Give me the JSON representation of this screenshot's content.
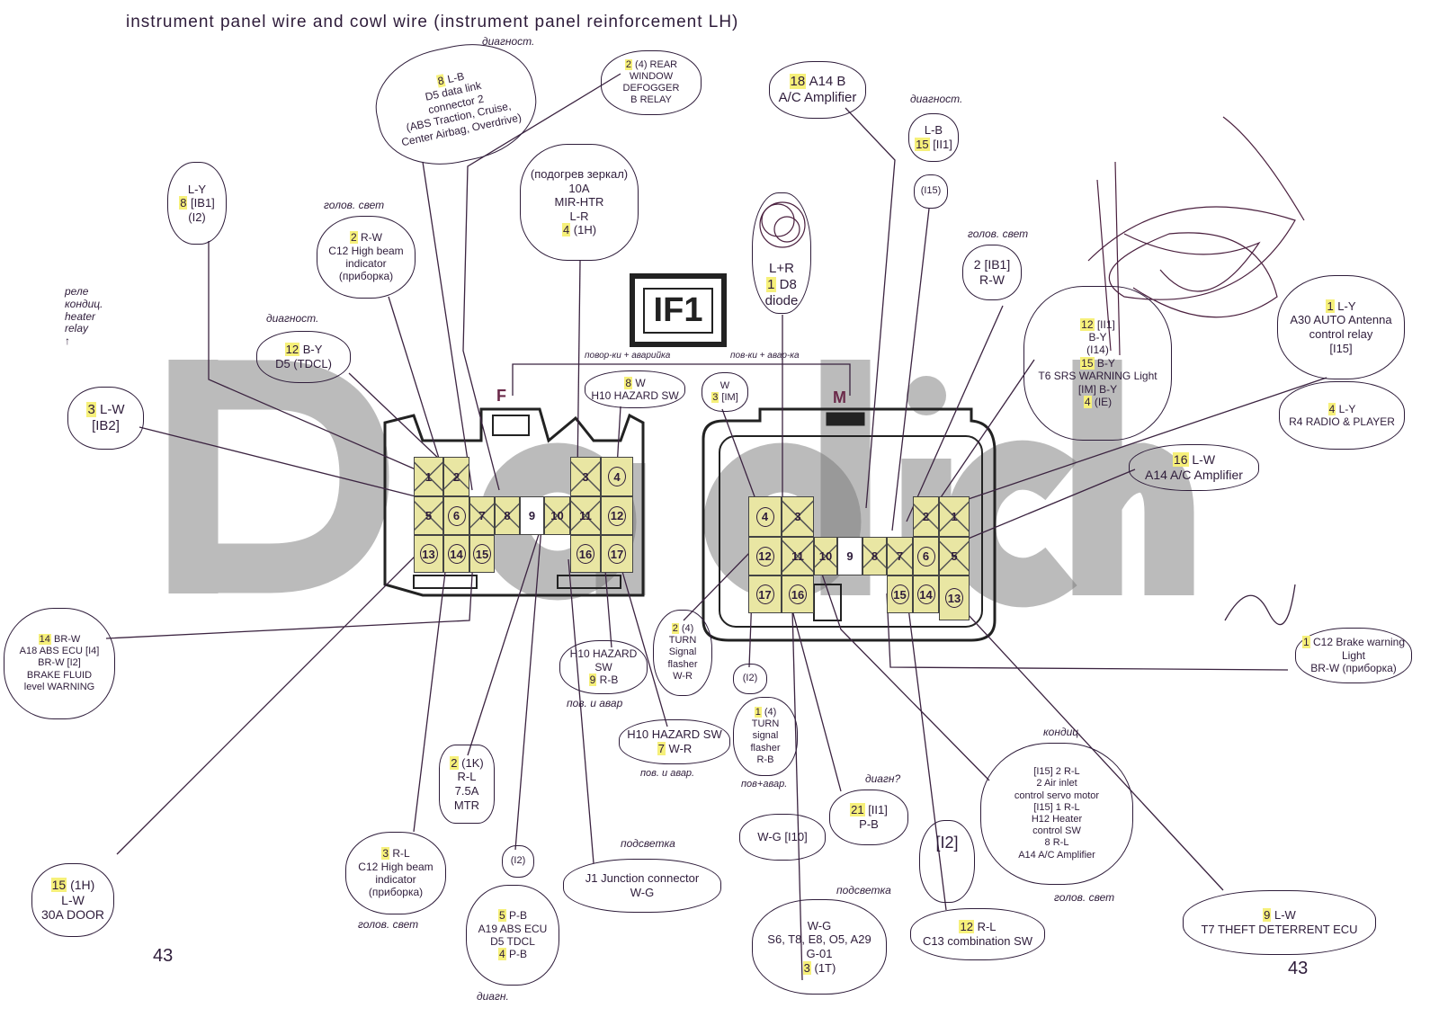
{
  "title": "instrument panel wire and cowl wire (instrument panel reinforcement LH)",
  "watermark": "Dadich",
  "badge": "IF1",
  "connectors": {
    "left": {
      "label": "F",
      "pins": [
        {
          "n": "1",
          "fill": "yellow",
          "mark": "cross"
        },
        {
          "n": "2",
          "fill": "yellow",
          "mark": "cross"
        },
        {
          "n": "3",
          "fill": "yellow",
          "mark": "cross"
        },
        {
          "n": "4",
          "fill": "yellow",
          "mark": "circle"
        },
        {
          "n": "5",
          "fill": "yellow",
          "mark": "cross"
        },
        {
          "n": "6",
          "fill": "yellow",
          "mark": "circle"
        },
        {
          "n": "7",
          "fill": "yellow",
          "mark": "cross"
        },
        {
          "n": "8",
          "fill": "yellow",
          "mark": "cross"
        },
        {
          "n": "9",
          "fill": "white",
          "mark": "none"
        },
        {
          "n": "10",
          "fill": "yellow",
          "mark": "cross"
        },
        {
          "n": "11",
          "fill": "yellow",
          "mark": "cross"
        },
        {
          "n": "12",
          "fill": "yellow",
          "mark": "circle"
        },
        {
          "n": "13",
          "fill": "yellow",
          "mark": "circle"
        },
        {
          "n": "14",
          "fill": "yellow",
          "mark": "circle"
        },
        {
          "n": "15",
          "fill": "yellow",
          "mark": "circle"
        },
        {
          "n": "16",
          "fill": "yellow",
          "mark": "circle"
        },
        {
          "n": "17",
          "fill": "yellow",
          "mark": "circle"
        }
      ]
    },
    "right": {
      "label": "M",
      "pins": [
        {
          "n": "1",
          "fill": "yellow",
          "mark": "cross"
        },
        {
          "n": "2",
          "fill": "yellow",
          "mark": "cross"
        },
        {
          "n": "3",
          "fill": "yellow",
          "mark": "cross"
        },
        {
          "n": "4",
          "fill": "yellow",
          "mark": "circle"
        },
        {
          "n": "5",
          "fill": "yellow",
          "mark": "cross"
        },
        {
          "n": "6",
          "fill": "yellow",
          "mark": "circle"
        },
        {
          "n": "7",
          "fill": "yellow",
          "mark": "cross"
        },
        {
          "n": "8",
          "fill": "yellow",
          "mark": "cross"
        },
        {
          "n": "9",
          "fill": "white",
          "mark": "none"
        },
        {
          "n": "10",
          "fill": "yellow",
          "mark": "cross"
        },
        {
          "n": "11",
          "fill": "yellow",
          "mark": "cross"
        },
        {
          "n": "12",
          "fill": "yellow",
          "mark": "circle"
        },
        {
          "n": "13",
          "fill": "yellow",
          "mark": "circle"
        },
        {
          "n": "14",
          "fill": "yellow",
          "mark": "circle"
        },
        {
          "n": "15",
          "fill": "yellow",
          "mark": "circle"
        },
        {
          "n": "16",
          "fill": "yellow",
          "mark": "circle"
        },
        {
          "n": "17",
          "fill": "yellow",
          "mark": "circle"
        }
      ]
    }
  },
  "notes": {
    "diag1": "диагност.",
    "diag2": "диагност.",
    "diag3": "диагност.",
    "head1": "голов. свет",
    "head2": "голов. свет",
    "head3": "голов. свет",
    "head4": "голов. свет",
    "heater_relay": [
      "реле",
      "кондиц.",
      "heater",
      "relay"
    ],
    "turn_hazard_1": "повор-ки + аварийка",
    "turn_hazard_2": "пов-ки + авар-ка",
    "turn_haz_3": "пов. и авар",
    "turn_haz_4": "пов. и авар.",
    "turn_haz_5": "пов+авар.",
    "backlight1": "подсветка",
    "backlight2": "подсветка",
    "aircon": "кондиц.",
    "diag4": "диагн?",
    "diag5": "диагн.",
    "count1": "43",
    "count2": "43"
  },
  "bubbles": {
    "d5_dlc": [
      {
        "n": "8",
        "t": " L-B"
      },
      "D5 data link",
      "connector 2",
      "(ABS Traction, Cruise,",
      "Center Airbag, Overdrive)"
    ],
    "defogger": [
      {
        "n": "2",
        "t": " (4) REAR"
      },
      "WINDOW",
      "DEFOGGER",
      "B   RELAY"
    ],
    "ib1_ly": [
      "L-Y",
      {
        "n": "8",
        "t": " [IB1]"
      },
      "(I2)"
    ],
    "c12_rw": [
      {
        "n": "2",
        "t": " R-W"
      },
      "C12 High beam",
      "indicator",
      "(приборка)"
    ],
    "mir_htr": [
      "(подогрев зеркал)",
      "10A",
      "MIR-HTR",
      "L-R",
      {
        "n": "4",
        "t": " (1H)"
      }
    ],
    "ib2": [
      {
        "n": "3",
        "t": " L-W"
      },
      "[IB2]"
    ],
    "tdcl": [
      {
        "n": "12",
        "t": " B-Y"
      },
      "D5 (TDCL)"
    ],
    "h10_8w": [
      {
        "n": "8",
        "t": " W"
      },
      "H10 HAZARD SW"
    ],
    "im_3w": [
      "W",
      {
        "n": "3",
        "t": " [IM]"
      }
    ],
    "a14_b": [
      {
        "n": "18",
        "t": " A14 B"
      },
      "A/C Amplifier"
    ],
    "ii1_lb": [
      "L-B",
      {
        "n": "15",
        "t": " [II1]"
      }
    ],
    "i15_small": [
      "(I15)"
    ],
    "d8": [
      "L+R",
      {
        "n": "1",
        "t": " D8"
      },
      "diode"
    ],
    "ib1_rw": [
      "2 [IB1]",
      "R-W"
    ],
    "srs": [
      {
        "n": "12",
        "t": " [II1]"
      },
      "B-Y",
      "(I14)",
      {
        "n": "15",
        "t": " B-Y"
      },
      "T6 SRS WARNING Light",
      "[IM] B-Y",
      {
        "n": "4",
        "t": " (IE)"
      }
    ],
    "antenna": [
      {
        "n": "1",
        "t": " L-Y"
      },
      "A30 AUTO Antenna",
      "control relay",
      "[I15]"
    ],
    "radio": [
      {
        "n": "4",
        "t": " L-Y"
      },
      "R4 RADIO & PLAYER"
    ],
    "a14_lw": [
      {
        "n": "16",
        "t": " L-W"
      },
      "A14 A/C Amplifier"
    ],
    "brake_light": [
      {
        "n": "1",
        "t": " C12 Brake warning"
      },
      "Light",
      "BR-W (приборка)"
    ],
    "abs_ecu": [
      {
        "n": "14",
        "t": " BR-W"
      },
      "A18 ABS ECU [I4]",
      "BR-W        [I2]",
      "BRAKE FLUID",
      "level WARNING"
    ],
    "flasher_2": [
      {
        "n": "2",
        "t": " (4)"
      },
      "TURN",
      "Signal",
      "flasher",
      "W-R"
    ],
    "h10_9rb": [
      "H10 HAZARD",
      "SW  ",
      {
        "n": "9",
        "t": " R-B"
      }
    ],
    "h10_7wr": [
      "H10 HAZARD SW",
      {
        "n": "7",
        "t": " W-R"
      }
    ],
    "i2_small": [
      "(I2)"
    ],
    "flasher_1": [
      {
        "n": "1",
        "t": " (4)"
      },
      "TURN",
      "signal",
      "flasher",
      "R-B"
    ],
    "mtr": [
      {
        "n": "2",
        "t": " (1K)"
      },
      "R-L",
      "7.5A",
      "MTR"
    ],
    "c12_rl": [
      {
        "n": "3",
        "t": " R-L"
      },
      "C12 High beam",
      "indicator",
      "(приборка)"
    ],
    "door": [
      {
        "n": "15",
        "t": " (1H)"
      },
      "L-W",
      "30A DOOR"
    ],
    "i2_abs": [
      "(I2)"
    ],
    "abs_pb": [
      {
        "n": "5",
        "t": " P-B"
      },
      "A19 ABS ECU",
      "D5 TDCL",
      {
        "n": "4",
        "t": " P-B"
      }
    ],
    "j1": [
      "J1 Junction connector",
      "W-G"
    ],
    "ii1_pb": [
      {
        "n": "21",
        "t": " [II1]"
      },
      "P-B"
    ],
    "i10": [
      "W-G [I10]"
    ],
    "ground": [
      "W-G",
      "S6, T8, E8, O5, A29",
      "G-01",
      {
        "n": "3",
        "t": " (1T)"
      }
    ],
    "i2_big": [
      "[I2]"
    ],
    "c13": [
      {
        "n": "12",
        "t": "  R-L"
      },
      "C13 combination SW"
    ],
    "aircon_group": [
      "[I15] 2 R-L",
      "2 Air inlet",
      "control servo motor",
      "[I15] 1 R-L",
      "H12 Heater",
      "control SW",
      "8 R-L",
      "A14 A/C Amplifier"
    ],
    "theft": [
      {
        "n": "9",
        "t": " L-W"
      },
      "T7 THEFT DETERRENT ECU"
    ]
  }
}
